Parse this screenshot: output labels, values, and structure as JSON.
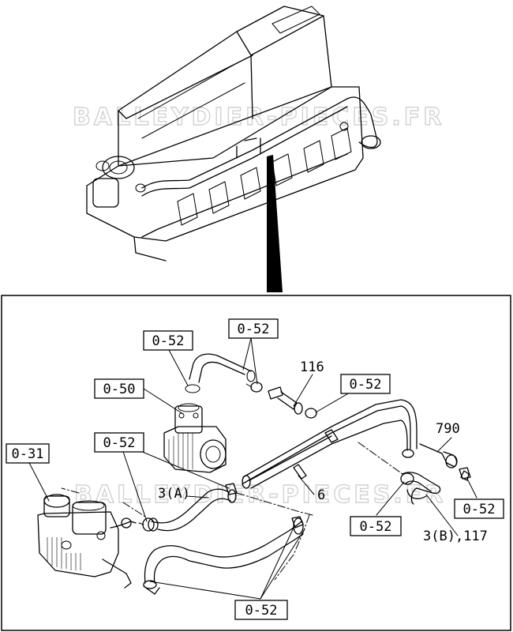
{
  "watermark": "BALLEYDIER-PIECES.FR",
  "callouts": {
    "c1": "0-52",
    "c2": "0-52",
    "c3": "0-50",
    "c4": "0-52",
    "c5": "0-52",
    "c6": "0-31",
    "c7": "0-52",
    "c8": "0-52",
    "c9": "0-52"
  },
  "part_numbers": {
    "p116": "116",
    "p790": "790",
    "p3a": "3(A)",
    "p6": "6",
    "p3b117": "3(B),117"
  }
}
